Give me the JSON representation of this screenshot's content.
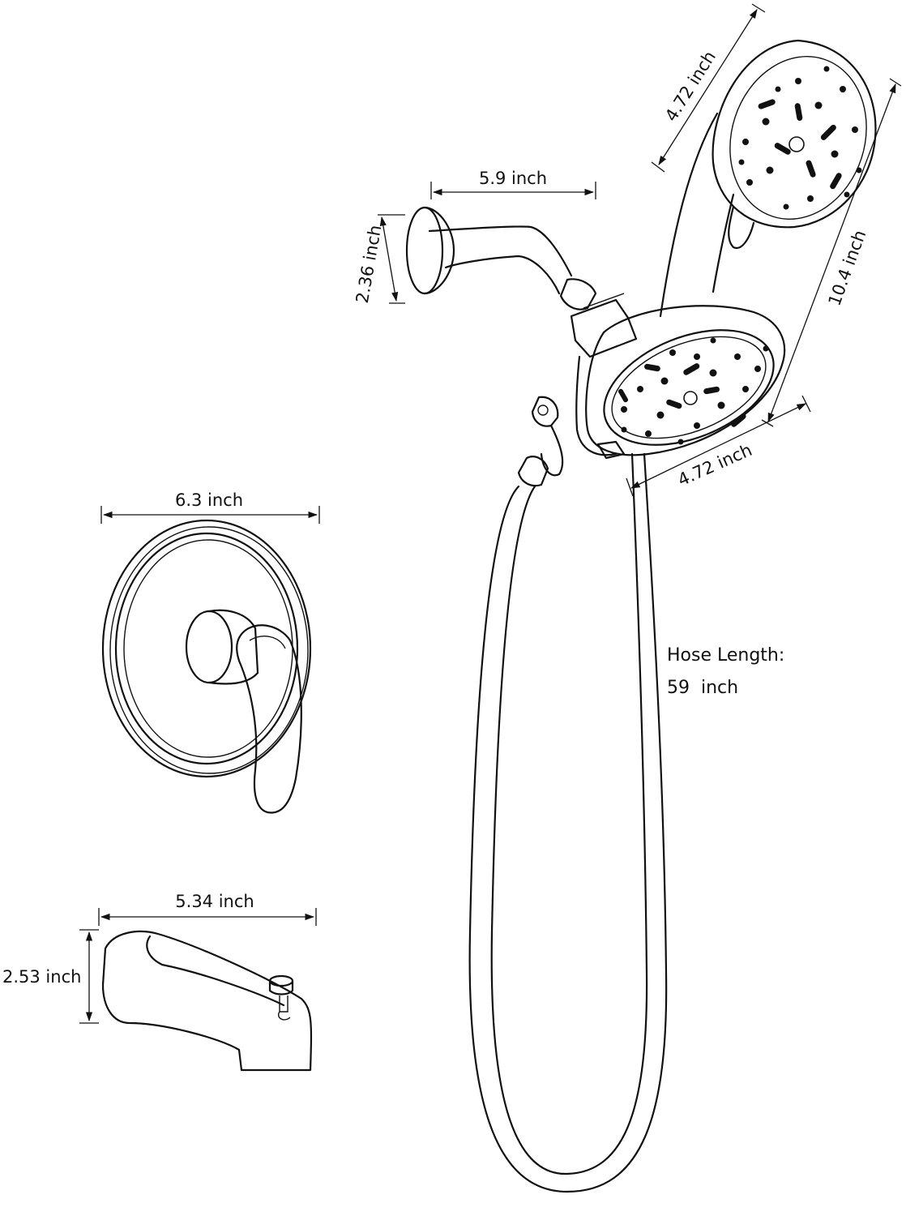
{
  "labels": {
    "shower_arm_length": "5.9 inch",
    "flange_diameter": "2.36 inch",
    "handheld_diameter": "4.72 inch",
    "overall_height": "10.4 inch",
    "fixed_head_diameter": "4.72 inch",
    "valve_trim_diameter": "6.3 inch",
    "hose_length_title": "Hose Length:",
    "hose_length_value": "59  inch",
    "spout_length": "5.34 inch",
    "spout_height": "2.53 inch"
  },
  "colors": {
    "line": "#111111",
    "background": "#ffffff"
  }
}
